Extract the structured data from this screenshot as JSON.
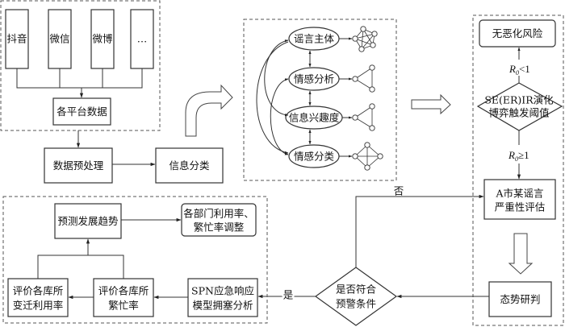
{
  "platforms": {
    "items": [
      {
        "label": "抖音"
      },
      {
        "label": "微信"
      },
      {
        "label": "微博"
      },
      {
        "label": "…"
      }
    ],
    "merge_label": "各平台数据"
  },
  "preprocess_label": "数据预处理",
  "classify_label": "信息分类",
  "analysis": {
    "items": [
      {
        "label": "谣言主体",
        "graph": "complete-5"
      },
      {
        "label": "情感分析",
        "graph": "triangle"
      },
      {
        "label": "信息兴趣度",
        "graph": "triangle"
      },
      {
        "label": "情感分类",
        "graph": "diamond-4"
      }
    ]
  },
  "risk_panel": {
    "no_risk_label": "无恶化风险",
    "cond_low": {
      "symbol": "R",
      "sub": "0",
      "rel": "<1"
    },
    "threshold_label_1": "SE(ER)IR演化",
    "threshold_label_2": "博弈触发阈值",
    "cond_high": {
      "symbol": "R",
      "sub": "0",
      "rel": "≥1"
    },
    "assess_label_1": "A市某谣言",
    "assess_label_2": "严重性评估",
    "judge_label": "态势研判"
  },
  "decision": {
    "label_1": "是否符合",
    "label_2": "预警条件",
    "yes_label": "是",
    "no_label": "否"
  },
  "response_panel": {
    "predict_label": "预测发展趋势",
    "adjust_label_1": "各部门利用率、",
    "adjust_label_2": "繁忙率调整",
    "eval_change_1": "评价各库所",
    "eval_change_2": "变迁利用率",
    "eval_busy_1": "评价各库所",
    "eval_busy_2": "繁忙率",
    "spn_1": "SPN应急响应",
    "spn_2": "模型拥塞分析"
  }
}
